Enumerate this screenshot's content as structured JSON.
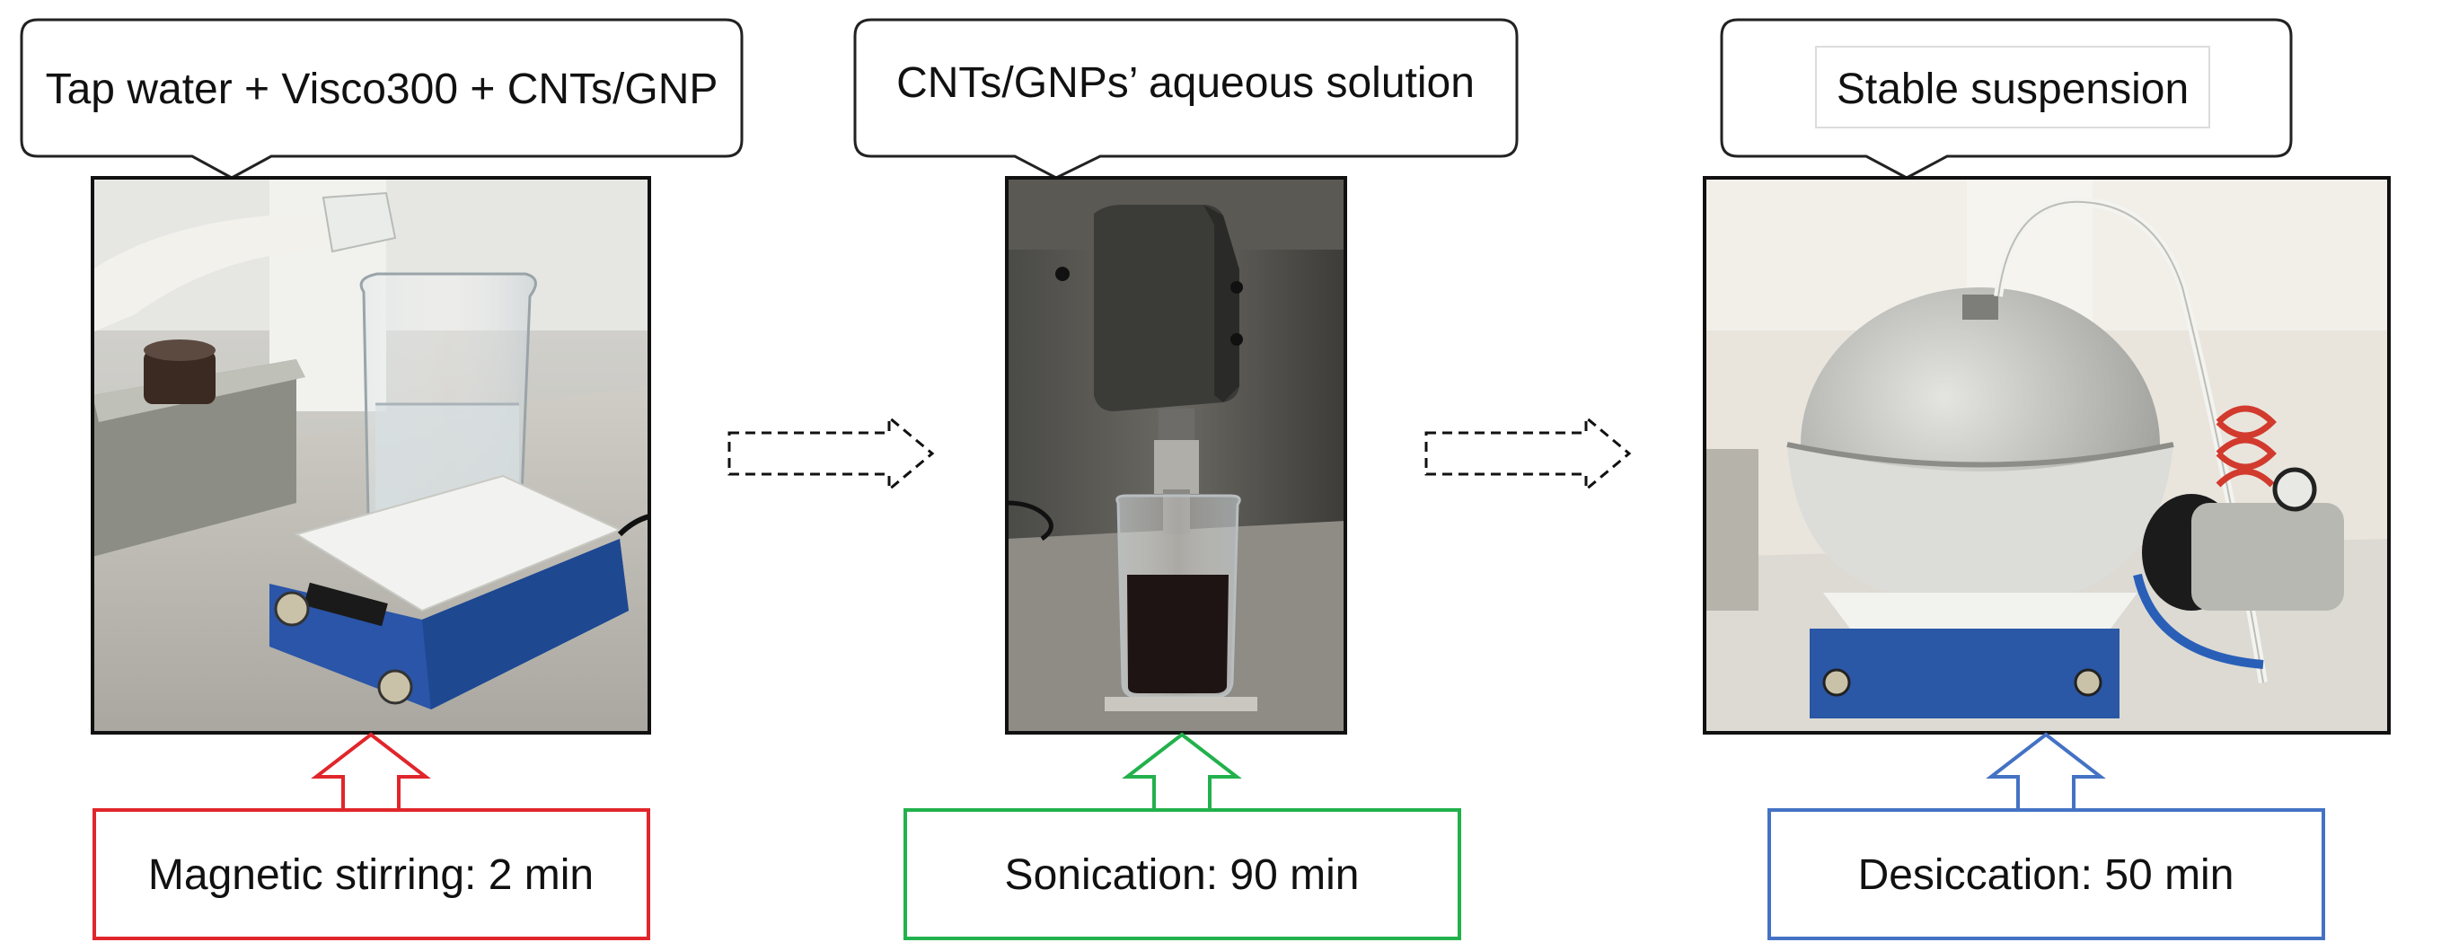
{
  "steps": [
    {
      "callout": "Tap water + Visco300 + CNTs/GNP",
      "photo": "magnetic-stirrer-photo",
      "label": "Magnetic stirring: 2 min",
      "color": "#e0262b"
    },
    {
      "callout": "CNTs/GNPs’ aqueous solution",
      "photo": "sonicator-photo",
      "label": "Sonication: 90 min",
      "color": "#22b14c"
    },
    {
      "callout": "Stable suspension",
      "photo": "desiccator-photo",
      "label": "Desiccation: 50 min",
      "color": "#4472c4"
    }
  ],
  "flow_arrows": [
    "dashed-arrow",
    "dashed-arrow"
  ]
}
